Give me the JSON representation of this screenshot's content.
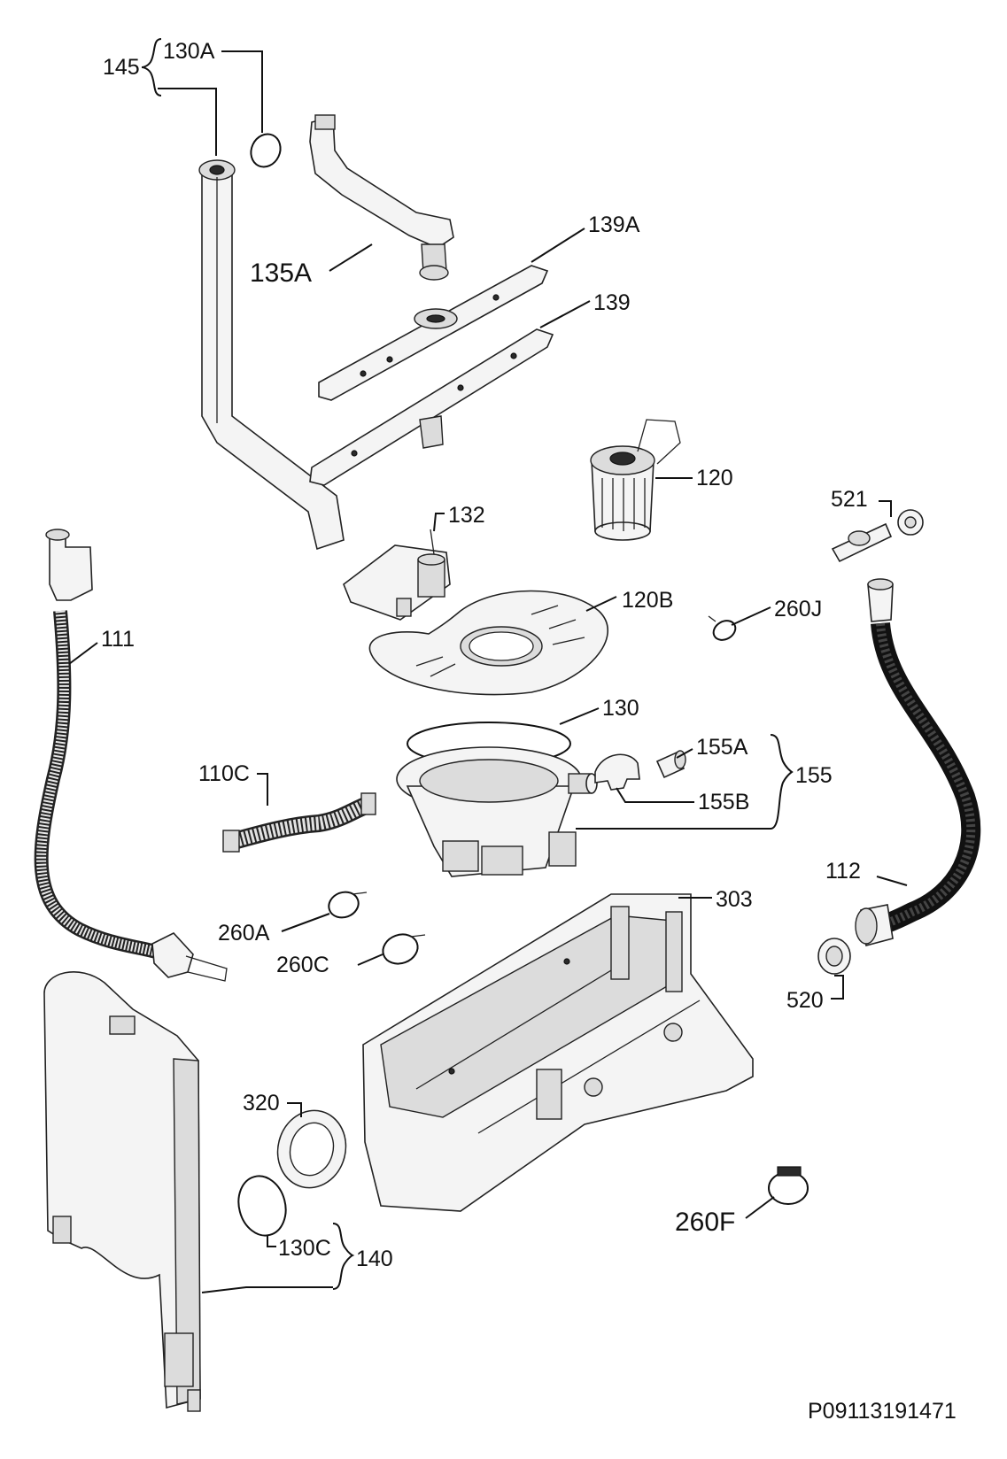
{
  "labels": {
    "l145": "145",
    "l130a": "130A",
    "l135a": "135A",
    "l139a": "139A",
    "l139": "139",
    "l120": "120",
    "l132": "132",
    "l521": "521",
    "l111": "111",
    "l120b": "120B",
    "l260j": "260J",
    "l130": "130",
    "l155a": "155A",
    "l155b": "155B",
    "l155": "155",
    "l110c": "110C",
    "l112": "112",
    "l303": "303",
    "l260a": "260A",
    "l260c": "260C",
    "l520": "520",
    "l320": "320",
    "l130c": "130C",
    "l140": "140",
    "l260f": "260F"
  },
  "drawing_code": "P09113191471"
}
